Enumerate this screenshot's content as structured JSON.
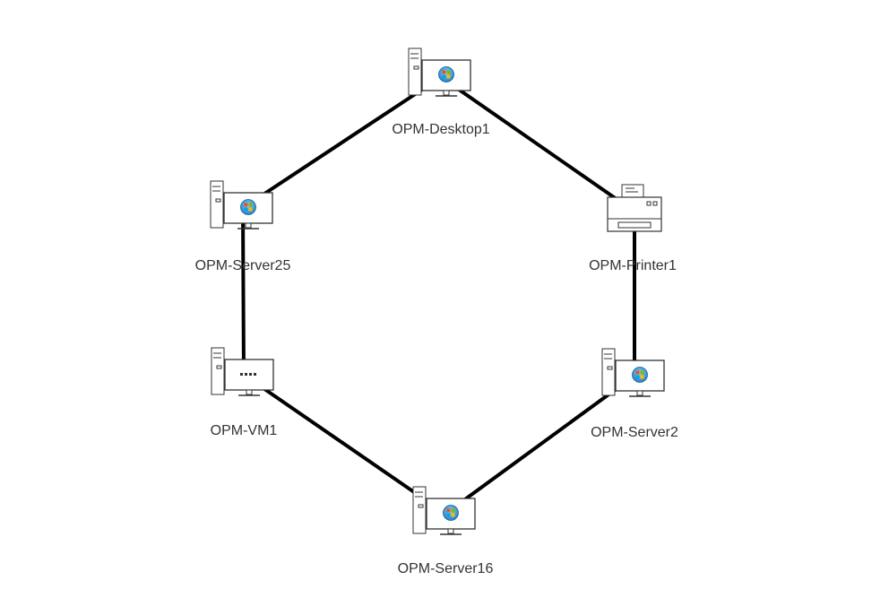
{
  "diagram": {
    "type": "ring-topology",
    "colors": {
      "link": "#000000",
      "device_stroke": "#333333",
      "device_fill": "#ffffff",
      "label": "#333333",
      "os_badge": "#2a9bd6"
    },
    "nodes": [
      {
        "id": "desktop1",
        "label": "OPM-Desktop1",
        "icon": "windows-desktop-icon"
      },
      {
        "id": "printer1",
        "label": "OPM-Printer1",
        "icon": "printer-icon"
      },
      {
        "id": "server2",
        "label": "OPM-Server2",
        "icon": "windows-server-icon"
      },
      {
        "id": "server16",
        "label": "OPM-Server16",
        "icon": "windows-server-icon"
      },
      {
        "id": "vm1",
        "label": "OPM-VM1",
        "icon": "virtual-machine-icon"
      },
      {
        "id": "server25",
        "label": "OPM-Server25",
        "icon": "windows-server-icon"
      }
    ],
    "links": [
      {
        "from": "desktop1",
        "to": "printer1"
      },
      {
        "from": "printer1",
        "to": "server2"
      },
      {
        "from": "server2",
        "to": "server16"
      },
      {
        "from": "server16",
        "to": "vm1"
      },
      {
        "from": "vm1",
        "to": "server25"
      },
      {
        "from": "server25",
        "to": "desktop1"
      }
    ]
  }
}
